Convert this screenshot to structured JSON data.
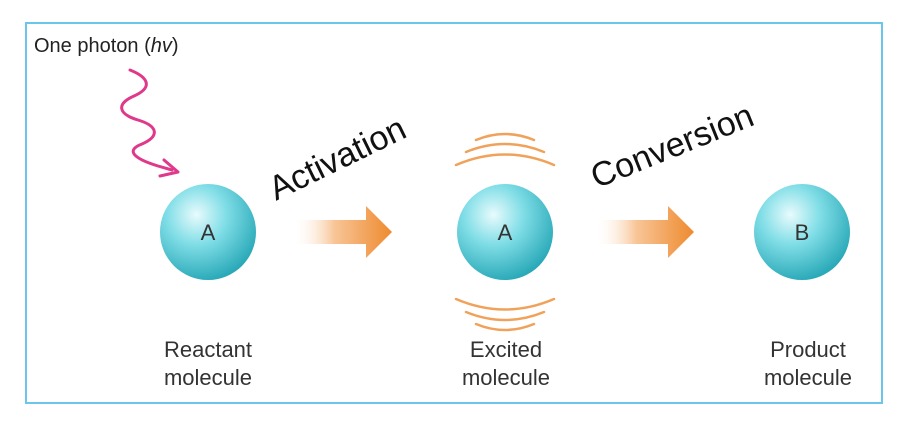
{
  "photon_label": {
    "text": "One photon (",
    "hv": "hv",
    "close": ")"
  },
  "steps": {
    "activation": "Activation",
    "conversion": "Conversion"
  },
  "molecules": [
    {
      "letter": "A",
      "caption_line1": "Reactant",
      "caption_line2": "molecule"
    },
    {
      "letter": "A",
      "caption_line1": "Excited",
      "caption_line2": "molecule"
    },
    {
      "letter": "B",
      "caption_line1": "Product",
      "caption_line2": "molecule"
    }
  ],
  "colors": {
    "border": "#6ac6ea",
    "sphere_light": "#d8f7fb",
    "sphere_dark": "#2aa9b8",
    "arrow_light": "#fbe1c7",
    "arrow_dark": "#ee8a2e",
    "wave": "#e0388a",
    "vibration": "#f0a25a"
  }
}
